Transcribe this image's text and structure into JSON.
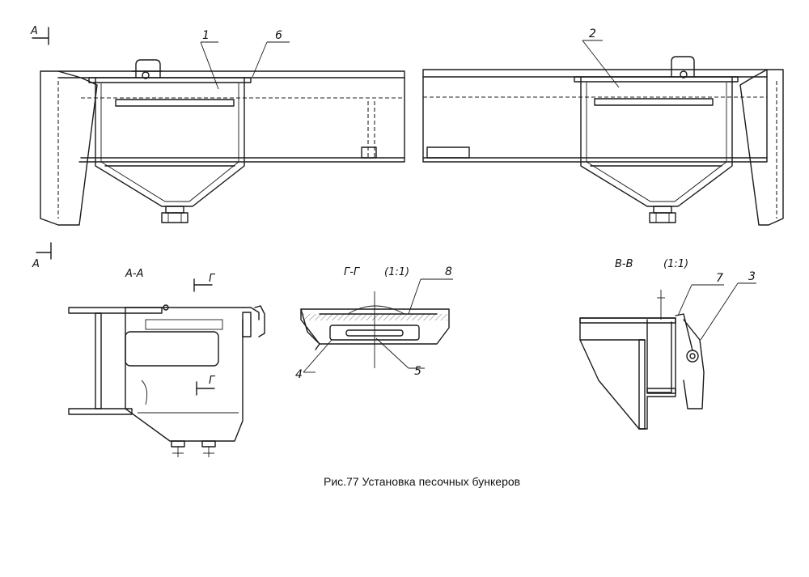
{
  "caption": "Рис.77 Установка песочных бункеров",
  "section_marks": {
    "top_arrow": "А",
    "bottom_arrow": "А",
    "g_mark_1": "Г",
    "g_mark_2": "Г"
  },
  "view_titles": {
    "section_aa": "А-А",
    "section_gg": "Г-Г",
    "section_gg_scale": "(1:1)",
    "section_vv": "В-В",
    "section_vv_scale": "(1:1)"
  },
  "callouts": {
    "c1": "1",
    "c2": "2",
    "c3": "3",
    "c4": "4",
    "c5": "5",
    "c6": "6",
    "c7": "7",
    "c8": "8"
  }
}
